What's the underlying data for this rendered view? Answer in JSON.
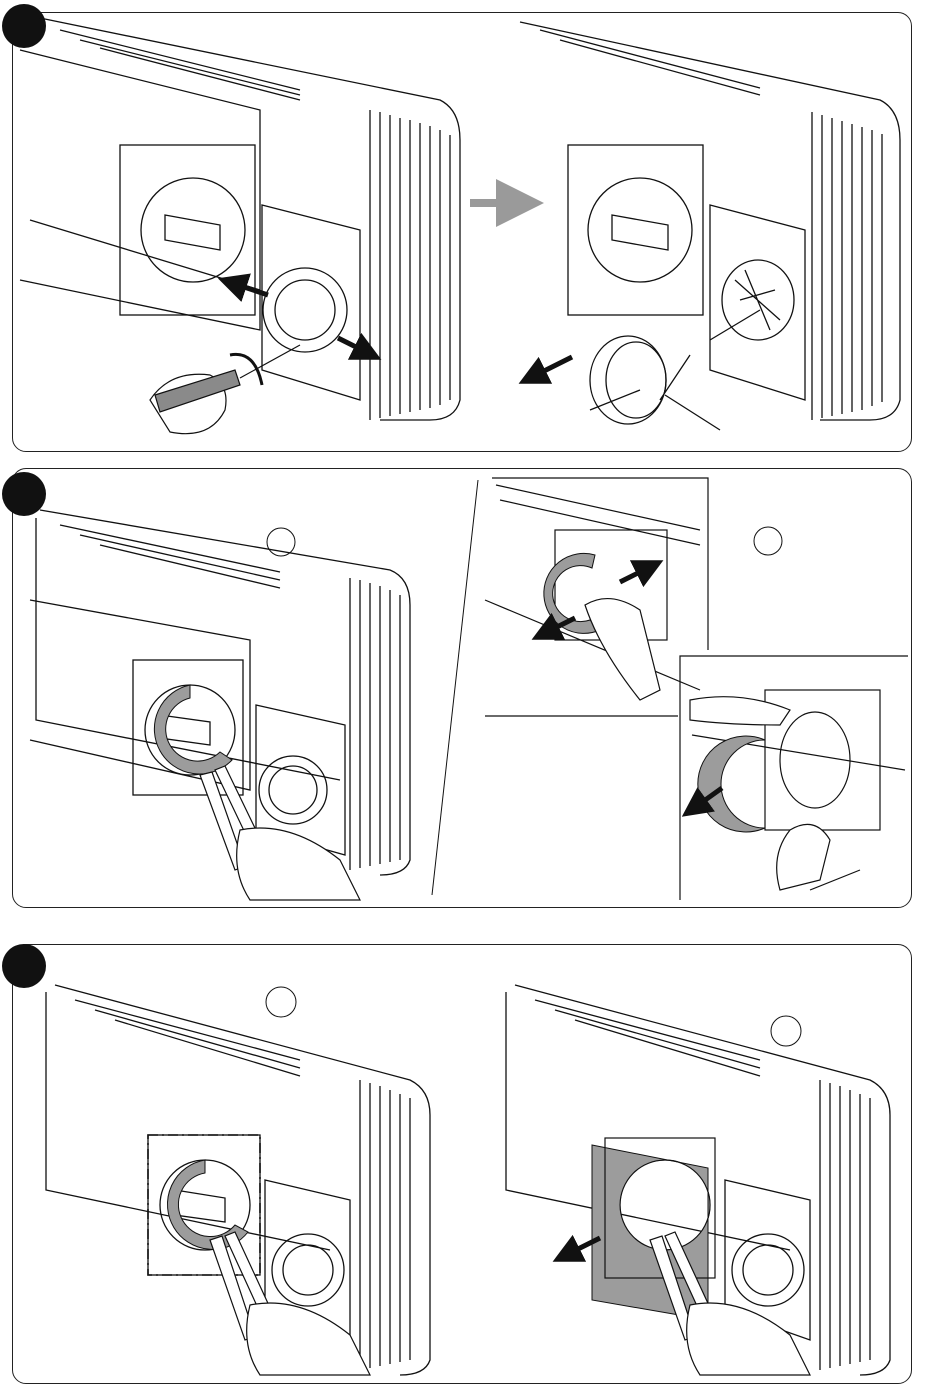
{
  "figure": {
    "panels": [
      {
        "name": "remove-duct-connector",
        "steps": [
          {
            "label": "",
            "action": "unscrew-and-pull-connector"
          },
          {
            "label": "",
            "action": "connector-removed"
          }
        ]
      },
      {
        "name": "cut-insulation-ring",
        "steps": [
          {
            "label": "",
            "action": "cut-with-pliers"
          },
          {
            "label": "",
            "action": "pull-out-ring"
          }
        ]
      },
      {
        "name": "cut-along-dashed-line",
        "steps": [
          {
            "label": "",
            "action": "cut-plate"
          },
          {
            "label": "",
            "action": "remove-plate"
          }
        ]
      }
    ]
  },
  "colors": {
    "line": "#111111",
    "arrow": "#111111",
    "arrow_transition": "#9a9a9a",
    "highlight_gray": "#9c9c9c",
    "badge": "#111111"
  }
}
